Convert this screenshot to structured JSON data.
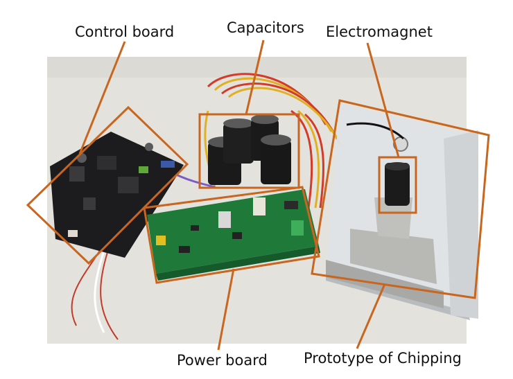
{
  "labels": {
    "control_board": "Control board",
    "capacitors": "Capacitors",
    "electromagnet": "Electromagnet",
    "power_board": "Power board",
    "prototype": "Prototype of Chipping"
  },
  "colors": {
    "annotation": "#c8651e",
    "background_table": "#e6e4df",
    "pcb_black": "#1c1c1e",
    "pcb_green": "#1f7a3a",
    "capacitor": "#1a1a1a",
    "acrylic": "#dfe3e6",
    "metal": "#a8a9a6",
    "wire_red": "#d23a2a",
    "wire_yellow": "#e0b020"
  }
}
